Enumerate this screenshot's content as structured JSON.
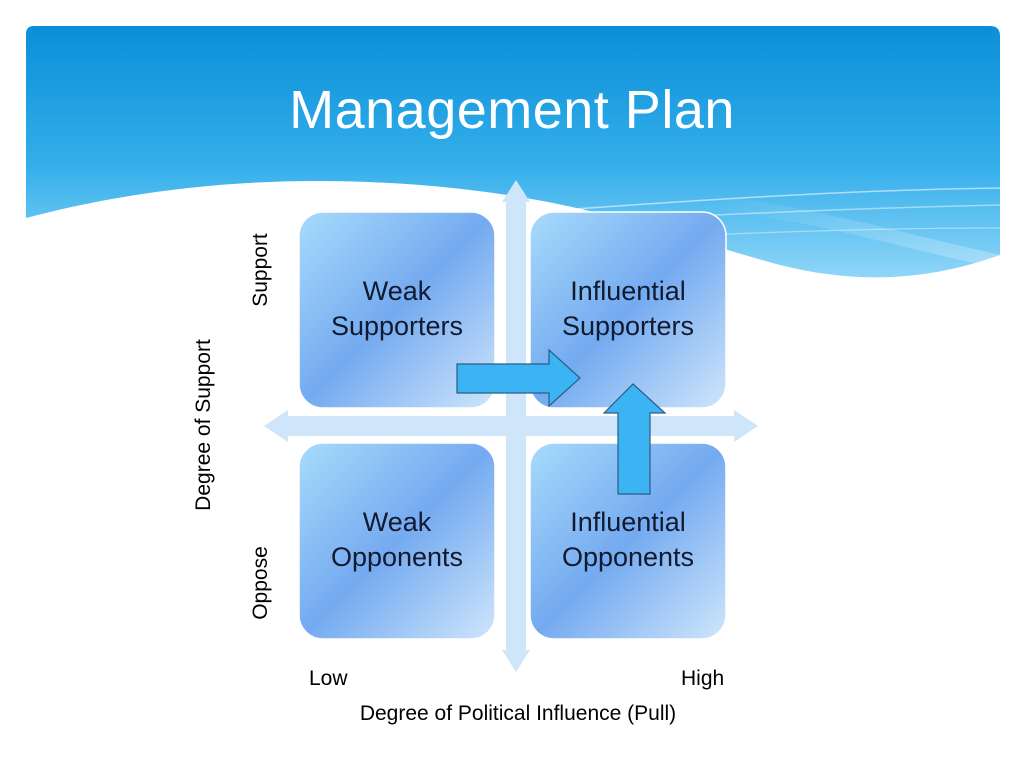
{
  "slide": {
    "title": "Management Plan"
  },
  "quadrants": {
    "top_left": [
      "Weak",
      "Supporters"
    ],
    "top_right": [
      "Influential",
      "Supporters"
    ],
    "bottom_left": [
      "Weak",
      "Opponents"
    ],
    "bottom_right": [
      "Influential",
      "Opponents"
    ]
  },
  "axes": {
    "y_title": "Degree of Support",
    "y_top": "Support",
    "y_bottom": "Oppose",
    "x_title": "Degree of Political Influence (Pull)",
    "x_left": "Low",
    "x_right": "High"
  },
  "colors": {
    "header_top": "#0a8fd8",
    "header_bottom": "#7fd0f7",
    "quadrant_light": "#a5d8fb",
    "quadrant_dark": "#6ca2ee",
    "axis_arrow": "#cfe5fa",
    "move_arrow": "#3cb3f2",
    "move_arrow_stroke": "#2a5d86"
  },
  "icons": {
    "right_move": "right-arrow-icon",
    "up_move": "up-arrow-icon"
  }
}
